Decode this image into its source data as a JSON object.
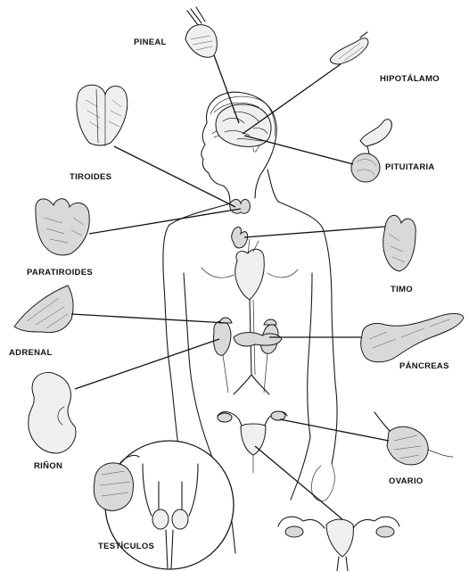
{
  "labels": {
    "pineal": "PINEAL",
    "hipotalamo": "HIPOTÁLAMO",
    "pituitaria": "PITUITARIA",
    "tiroides": "TIROIDES",
    "paratiroides": "PARATIROIDES",
    "timo": "TIMO",
    "adrenal": "ADRENAL",
    "pancreas": "PÁNCREAS",
    "rinon": "RIÑON",
    "ovario": "OVARIO",
    "testiculos": "TESTÍCULOS"
  },
  "colors": {
    "ink": "#1a1a1a",
    "organ_fill": "#d9d9d9",
    "background": "#ffffff"
  }
}
